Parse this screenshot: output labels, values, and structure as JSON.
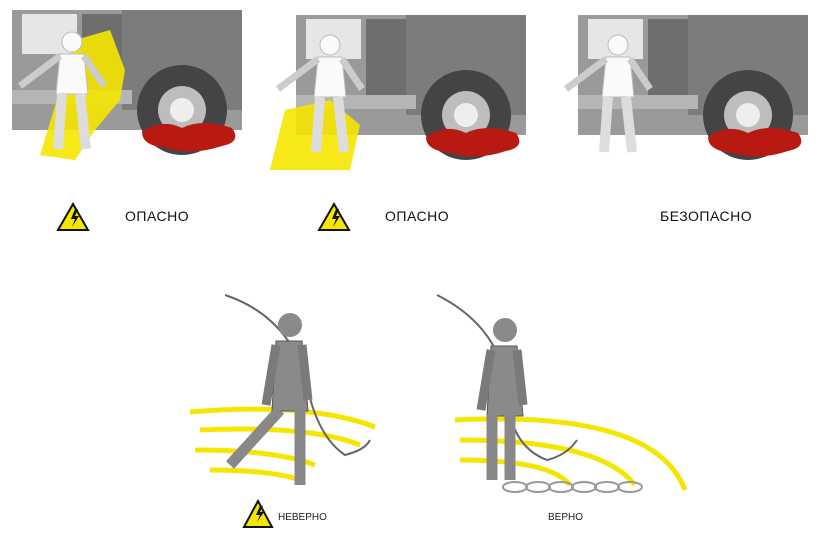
{
  "top_panels": [
    {
      "label": "ОПАСНО",
      "warning": true
    },
    {
      "label": "ОПАСНО",
      "warning": true
    },
    {
      "label": "БЕЗОПАСНО",
      "warning": false
    }
  ],
  "bottom_panels": [
    {
      "label": "НЕВЕРНО",
      "warning": true
    },
    {
      "label": "ВЕРНО",
      "warning": false
    }
  ],
  "colors": {
    "warning_yellow": "#f5e600",
    "truck_gray": "#8c8c8c",
    "wheel_dark": "#4a4a4a",
    "puddle_red": "#b81a12",
    "person_gray": "#8a8a8a"
  }
}
